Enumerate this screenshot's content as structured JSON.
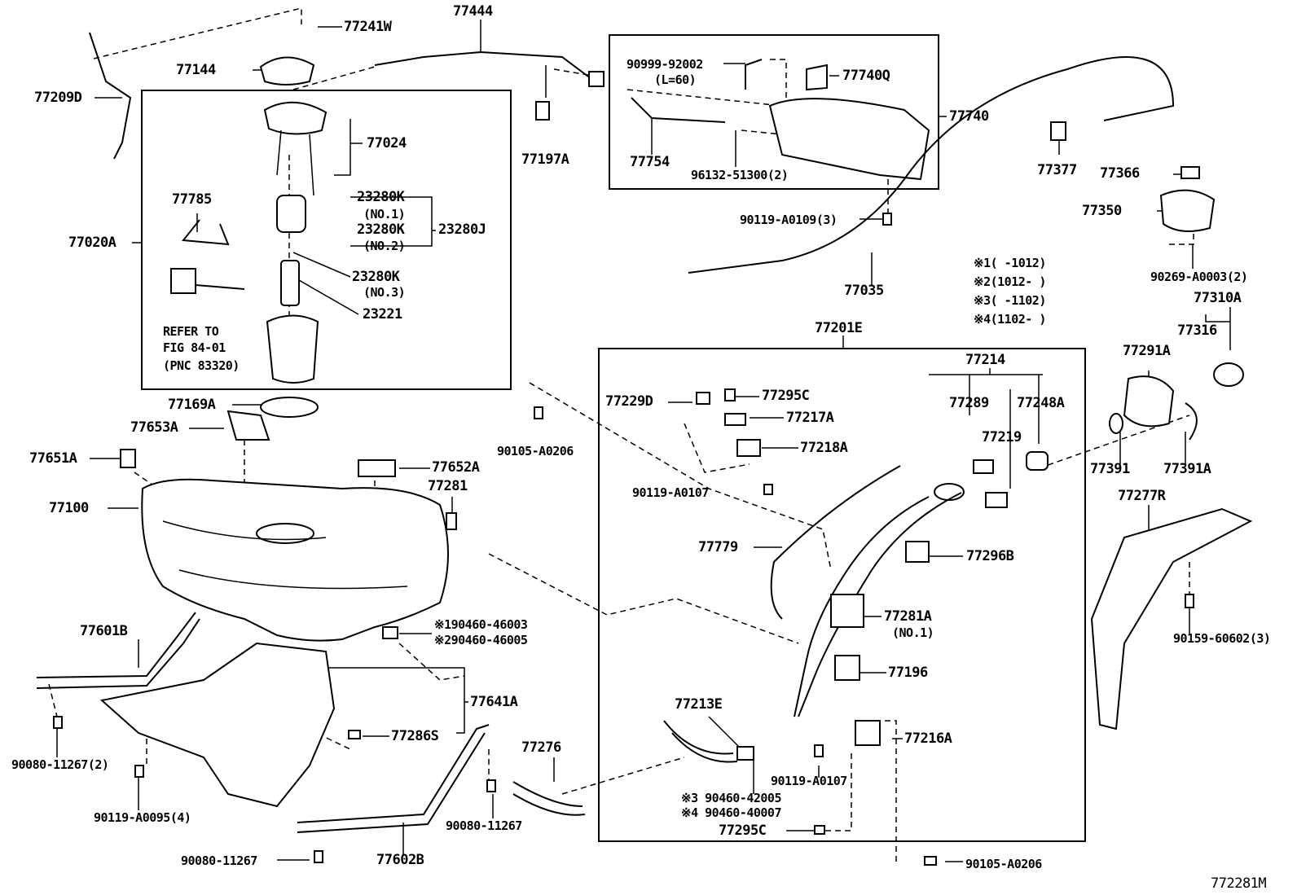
{
  "diagram": {
    "figure_code": "772281M",
    "refer_note": [
      "REFER TO",
      "FIG 84-01",
      "(PNC 83320)"
    ],
    "notes": [
      "※1(      -1012)",
      "※2(1012-     )",
      "※3(      -1102)",
      "※4(1102-     )"
    ],
    "labels": {
      "p77241W": "77241W",
      "p77444": "77444",
      "p77144": "77144",
      "p77209D": "77209D",
      "p77024": "77024",
      "p77197A": "77197A",
      "p90999": "90999-92002",
      "pL60": "(L=60)",
      "p77740Q": "77740Q",
      "p77740": "77740",
      "p77754": "77754",
      "p96132": "96132-51300(2)",
      "p90119A0109": "90119-A0109(3)",
      "p77377": "77377",
      "p77366": "77366",
      "p77350": "77350",
      "p90269": "90269-A0003(2)",
      "p77785": "77785",
      "p23280K1": "23280K",
      "pNO1": "(NO.1)",
      "p23280K2": "23280K",
      "pNO2": "(NO.2)",
      "p23280J": "23280J",
      "p77020A": "77020A",
      "p23280K3": "23280K",
      "pNO3": "(NO.3)",
      "p23221": "23221",
      "p77035": "77035",
      "p77310A": "77310A",
      "p77316": "77316",
      "p77201E": "77201E",
      "p77214": "77214",
      "p77291A": "77291A",
      "p77169A": "77169A",
      "p77653A": "77653A",
      "p77229D": "77229D",
      "p77295C": "77295C",
      "p77289": "77289",
      "p77248A": "77248A",
      "p77217A": "77217A",
      "p77219": "77219",
      "p90105a": "90105-A0206",
      "p77218A": "77218A",
      "p77651A": "77651A",
      "p77652A": "77652A",
      "p77391": "77391",
      "p77391A": "77391A",
      "p77281": "77281",
      "p90119A0107a": "90119-A0107",
      "p77277R": "77277R",
      "p77100": "77100",
      "p77779": "77779",
      "p77296B": "77296B",
      "p77281A": "77281A",
      "p77281A_no": "(NO.1)",
      "p90159": "90159-60602(3)",
      "p77601B": "77601B",
      "p90460_1": "※190460-46003",
      "p90460_2": "※290460-46005",
      "p77196": "77196",
      "p77641A": "77641A",
      "p77213E": "77213E",
      "p77286S": "77286S",
      "p77216A": "77216A",
      "p77276": "77276",
      "p90080a": "90080-11267(2)",
      "p90119A0107b": "90119-A0107",
      "p90460_3": "※3 90460-42005",
      "p90460_4": "※4 90460-40007",
      "p90119A0095": "90119-A0095(4)",
      "p90080b": "90080-11267",
      "p77295C_b": "77295C",
      "p90080c": "90080-11267",
      "p77602B": "77602B",
      "p90105b": "90105-A0206"
    }
  }
}
